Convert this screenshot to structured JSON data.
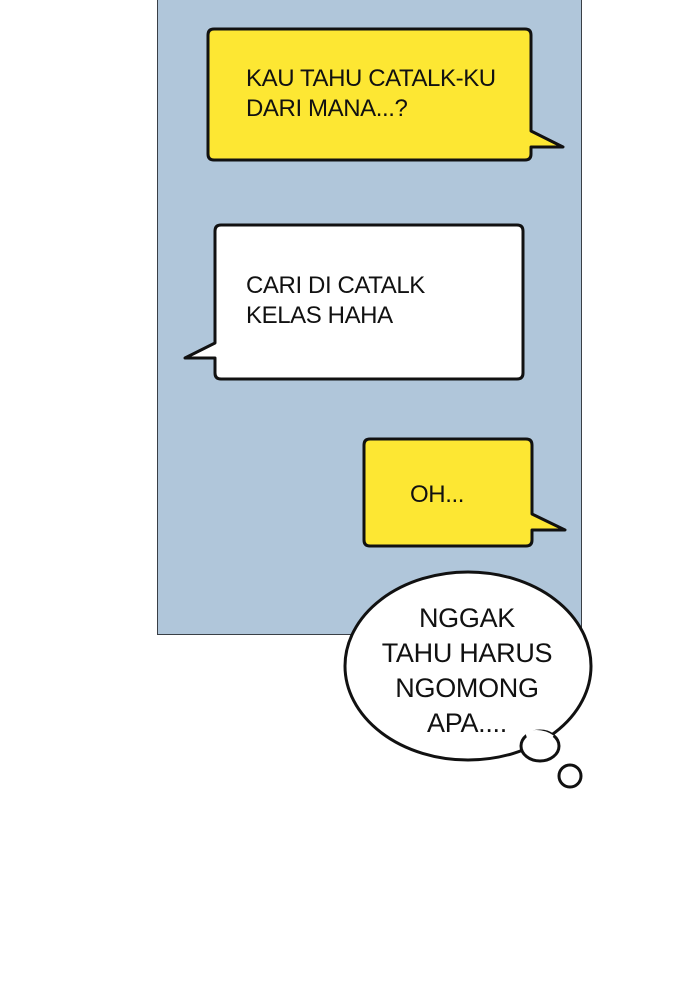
{
  "chat": {
    "messages": [
      {
        "side": "right",
        "color": "#fde733",
        "text": "KAU TAHU CATALK-KU\nDARI MANA...?"
      },
      {
        "side": "left",
        "color": "#ffffff",
        "text": "CARI DI CATALK\nKELAS HAHA"
      },
      {
        "side": "right",
        "color": "#fde733",
        "text": "OH..."
      }
    ]
  },
  "thought": {
    "text": "NGGAK\nTAHU HARUS\nNGOMONG\nAPA...."
  },
  "colors": {
    "panel_background": "#b0c6da",
    "outgoing_bubble": "#fde733",
    "incoming_bubble": "#ffffff",
    "outline": "#111111"
  }
}
